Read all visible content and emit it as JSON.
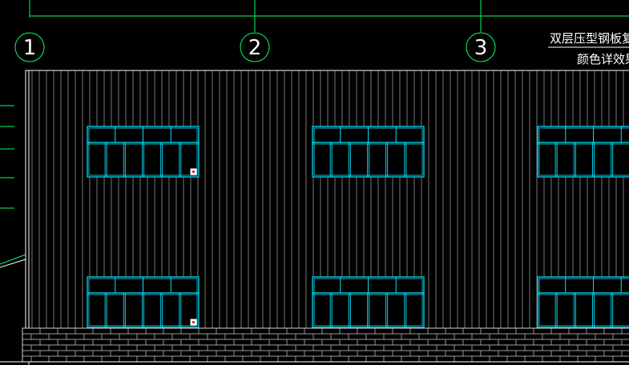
{
  "drawing": {
    "grid_axes": [
      "1",
      "2",
      "3"
    ],
    "note_lines": [
      "双层压型钢板复合",
      "颜色详效果"
    ],
    "colors": {
      "background": "#000000",
      "grid": "#00ff66",
      "outline": "#ffffff",
      "panel_rib": "#c8c8c8",
      "window": "#00e5ff",
      "marker": "#ff2020",
      "brick": "#d0d0d0"
    },
    "windows": {
      "row_count": 2,
      "per_row": 3,
      "top_row_panes": 6,
      "bottom_row_panes": 6
    }
  }
}
